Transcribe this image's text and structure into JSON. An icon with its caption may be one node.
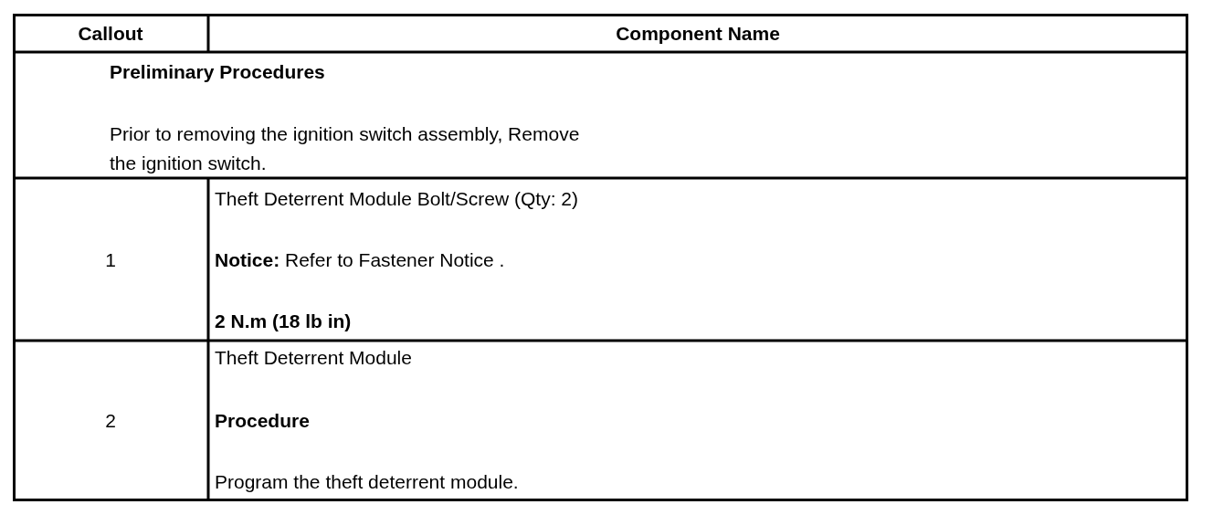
{
  "diagram": {
    "labels": [
      "Callout",
      "Component Name",
      "Preliminary Procedures",
      "Prior to removing the ignition switch assembly, Remove the ignition switch.",
      "1",
      "Theft Deterrent Module Bolt/Screw (Qty: 2)",
      "**Notice:** Refer to Fastener Notice .",
      "2 N.m (18 lb in)",
      "2",
      "Theft Deterrent Module",
      "Procedure",
      "Program the theft deterrent module."
    ]
  }
}
